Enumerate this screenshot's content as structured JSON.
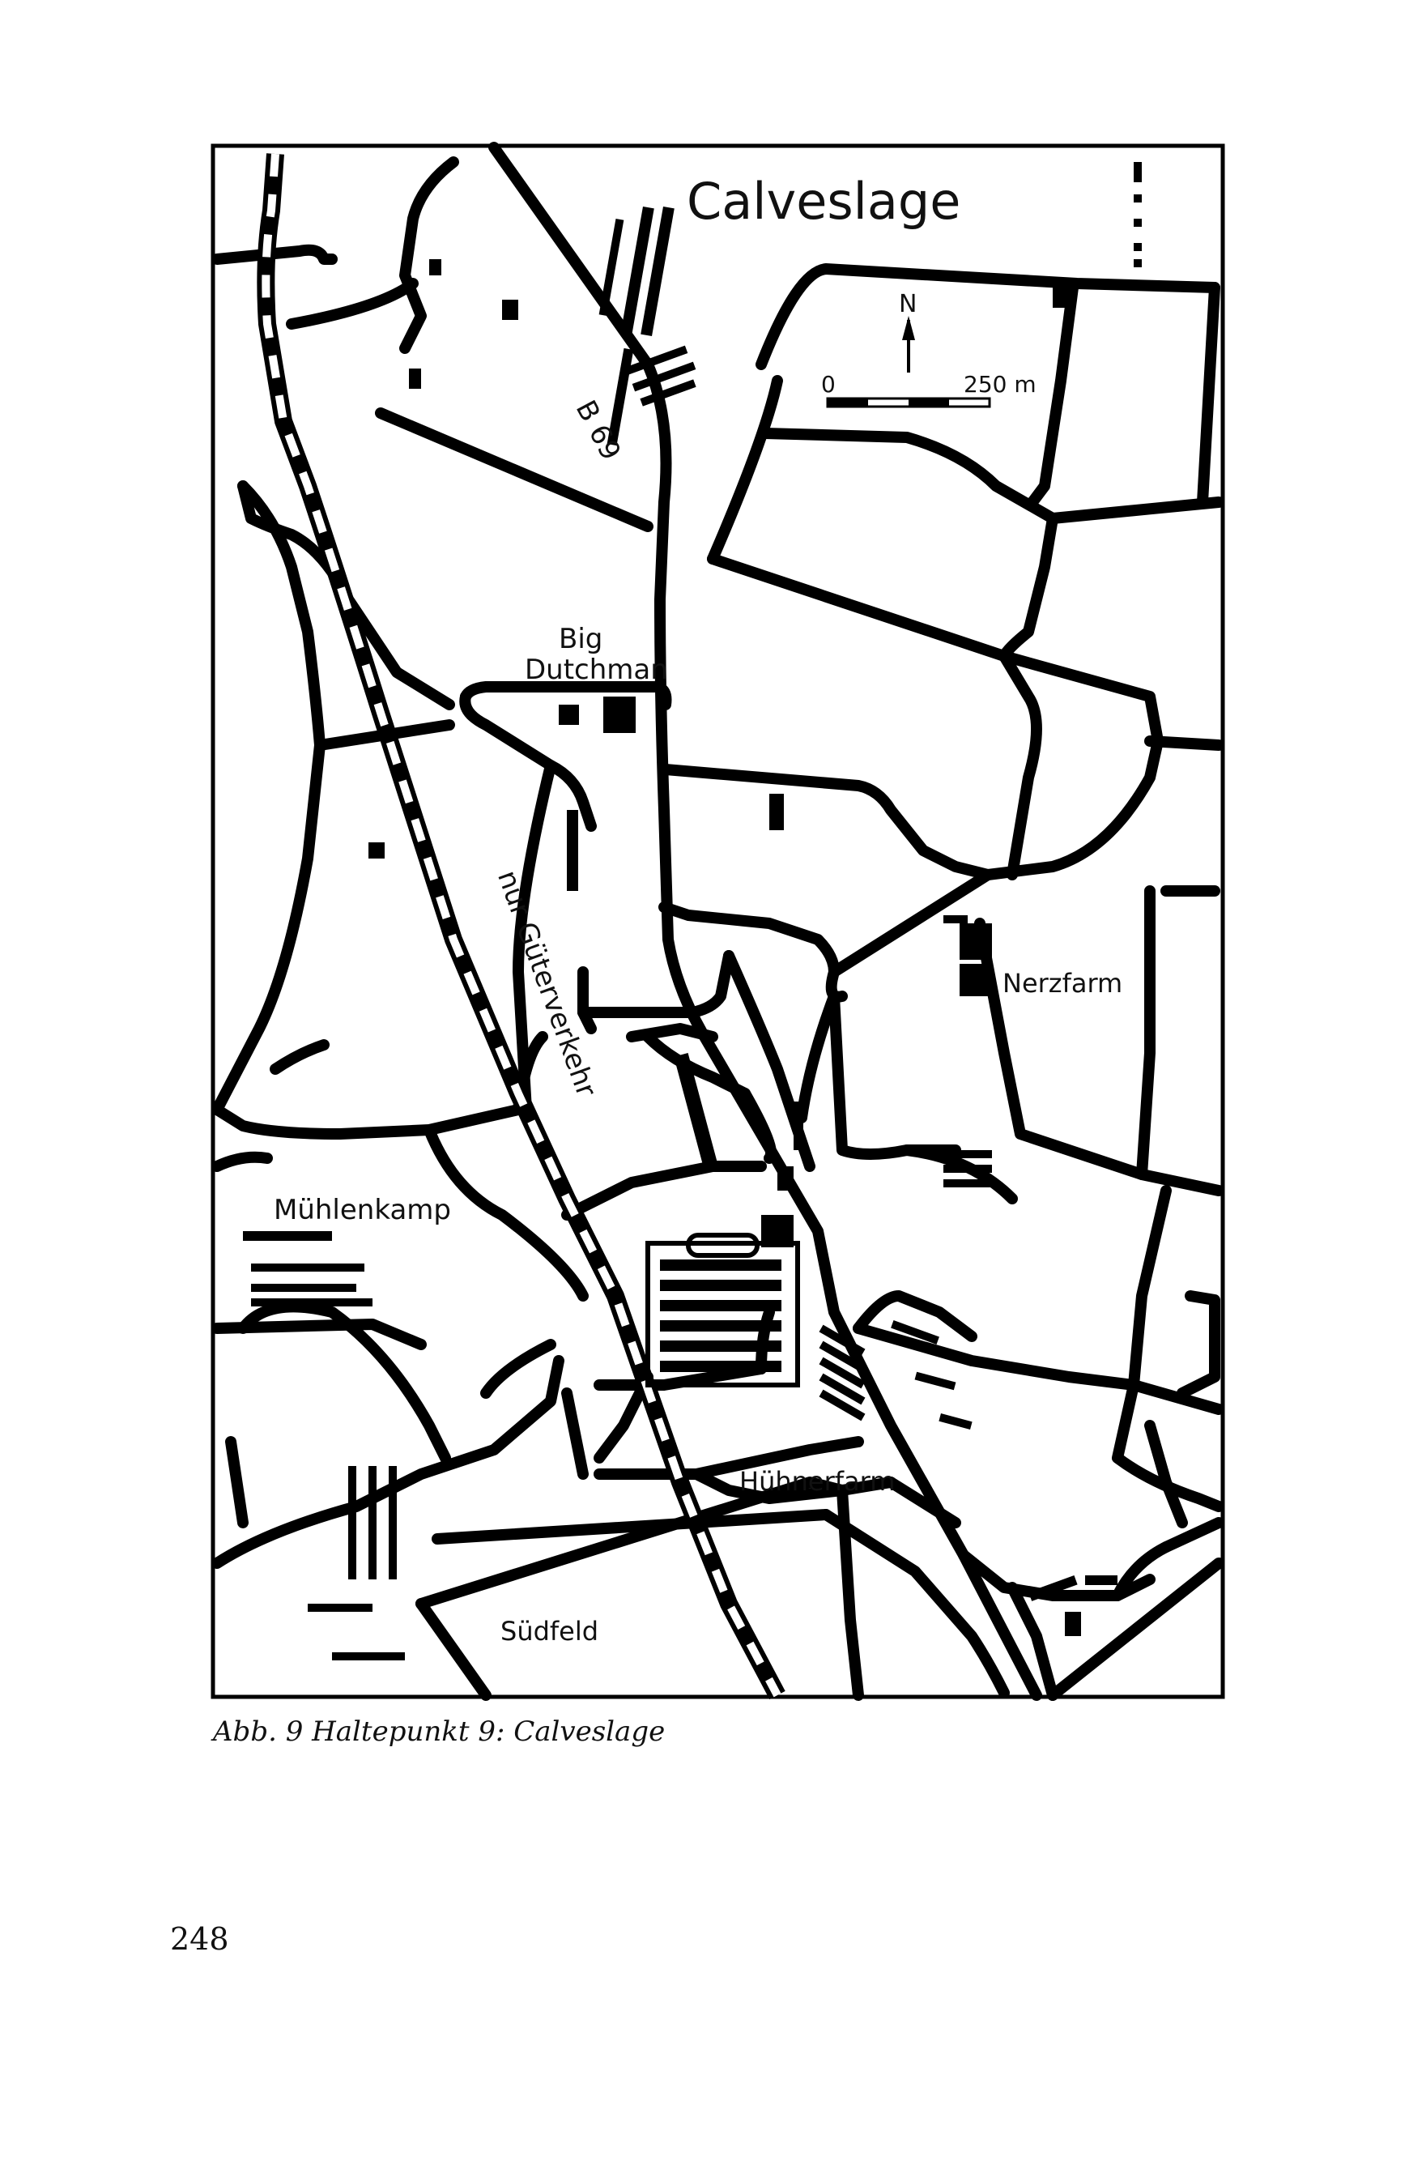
{
  "map": {
    "title": "Calveslage",
    "labels": {
      "big": "Big",
      "dutchman": "Dutchman",
      "road": "B 69",
      "rail": "nur Güterverkehr",
      "nerzfarm": "Nerzfarm",
      "muehlenkamp": "Mühlenkamp",
      "huehnerfarm": "Hühnerfarm",
      "suedfeld": "Südfeld"
    },
    "north": "N",
    "scale": {
      "start": "0",
      "end": "250 m"
    }
  },
  "caption": "Abb. 9 Haltepunkt 9: Calveslage",
  "page_number": "248"
}
